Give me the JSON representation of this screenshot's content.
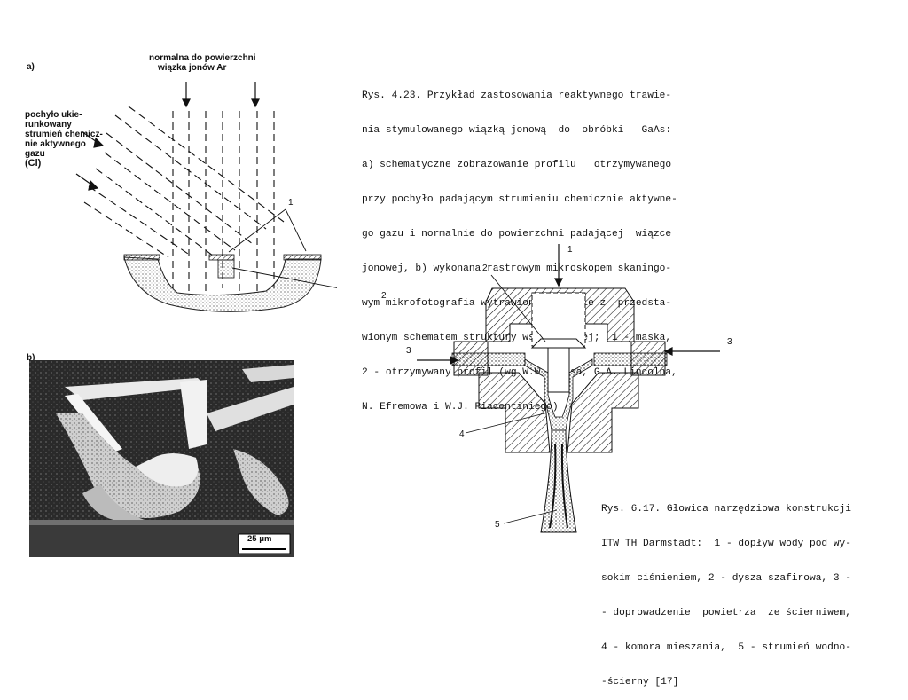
{
  "fig_a": {
    "panel_label": "a)",
    "beam_label_line1": "normalna do powierzchni",
    "beam_label_line2": "wiązka jonów Ar",
    "gas_label_lines": [
      "pochyło ukie-",
      "runkowany",
      "strumień chemicz-",
      "nie aktywnego",
      "gazu",
      "(Cl)"
    ],
    "marker_1": "1",
    "marker_2": "2"
  },
  "fig_b": {
    "panel_label": "b)",
    "scale_bar": "25 μm"
  },
  "caption_4_23": {
    "lines": [
      "Rys. 4.23. Przykład zastosowania reaktywnego trawie-",
      "nia stymulowanego wiązką jonową  do  obróbki   GaAs:",
      "a) schematyczne zobrazowanie profilu   otrzymywanego",
      "przy pochyło padającym strumieniu chemicznie aktywne-",
      "go gazu i normalnie do powierzchni padającej  wiązce",
      "jonowej, b) wykonana rastrowym mikroskopem skaningo-",
      "wym mikrofotografia wytrawionej zgodnie z  przedsta-",
      "wionym schematem struktury wspornikowej;  1 - maska,",
      "2 - otrzymywany profil (wg W.W. Geisa, G.A. Lincolna,",
      "N. Efremowa i W.J. Piacentiniego)"
    ]
  },
  "fig_6_17": {
    "markers": [
      "1",
      "2",
      "3",
      "3",
      "4",
      "5"
    ]
  },
  "caption_6_17": {
    "lines": [
      "Rys. 6.17. Głowica narzędziowa konstrukcji",
      "ITW TH Darmstadt:  1 - dopływ wody pod wy-",
      "sokim ciśnieniem, 2 - dysza szafirowa, 3 -",
      "- doprowadzenie  powietrza  ze ścierniwem,",
      "4 - komora mieszania,  5 - strumień wodno-",
      "-ścierny [17]"
    ]
  }
}
